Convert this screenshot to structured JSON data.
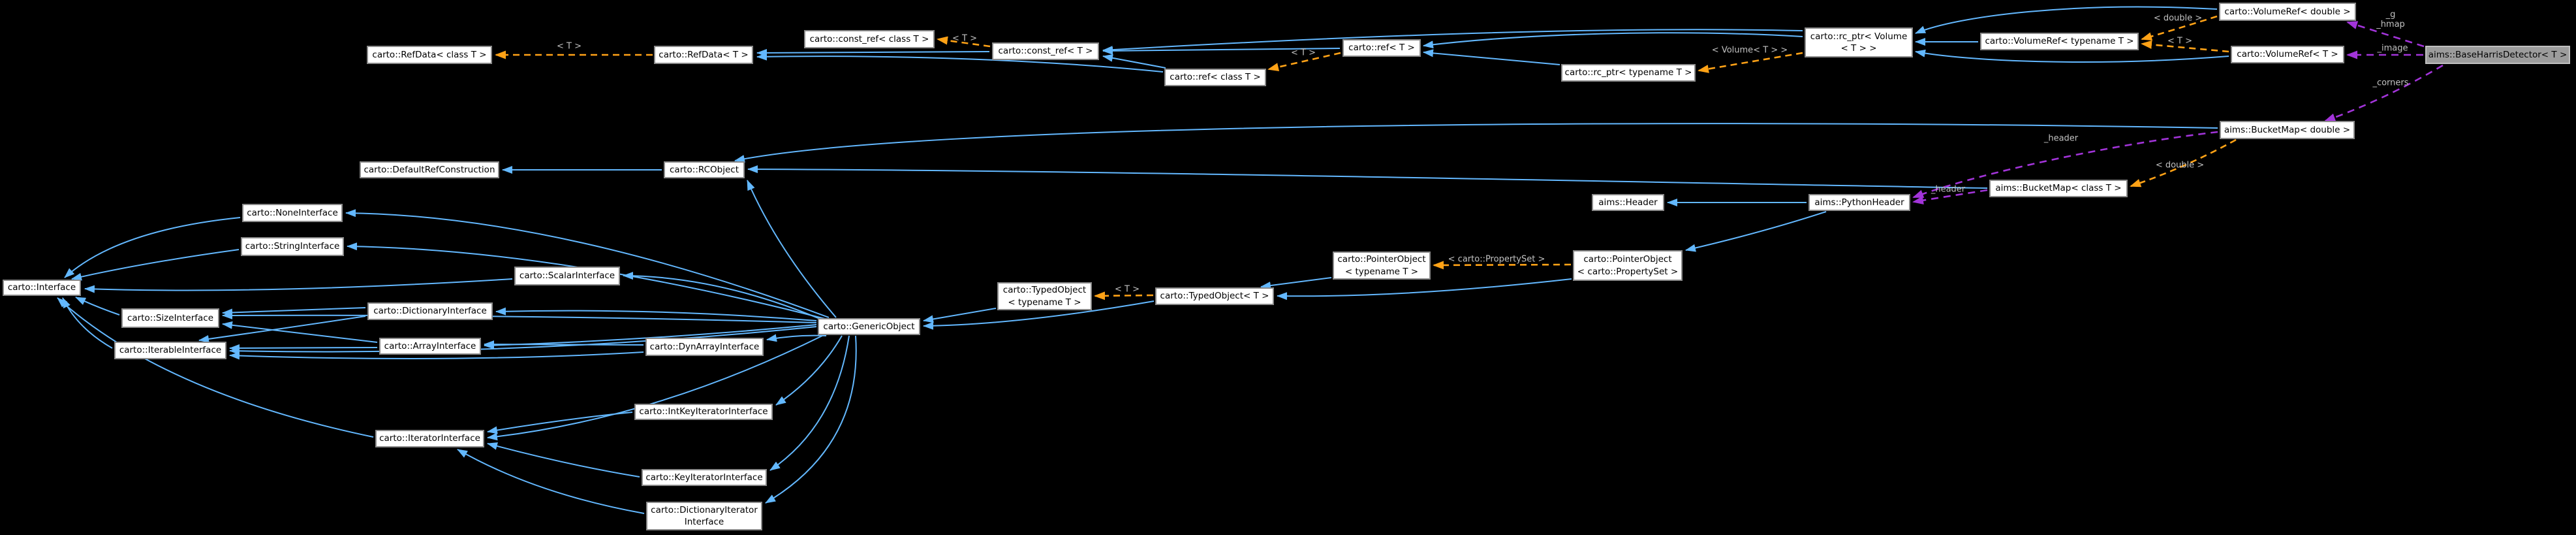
{
  "diagram": {
    "background_color": "#000000",
    "colors": {
      "inheritance_edge": "#63B8FF",
      "template_edge": "#FFA216",
      "usage_edge": "#A234D9",
      "node_fill": "#FFFFFF",
      "node_border": "#8A8A8A",
      "highlight_node_fill": "#9C9C9C",
      "edge_label_text": "#C2C2C2",
      "node_text": "#000000"
    },
    "nodes": {
      "refdata_class": {
        "label": "carto::RefData< class T >"
      },
      "refdata_t": {
        "label": "carto::RefData< T >"
      },
      "constref_class": {
        "label": "carto::const_ref< class T >"
      },
      "constref_t": {
        "label": "carto::const_ref< T >"
      },
      "ref_class": {
        "label": "carto::ref< class T >"
      },
      "ref_t": {
        "label": "carto::ref< T >"
      },
      "rcptr_typename": {
        "label": "carto::rc_ptr< typename T >"
      },
      "rcptr_volume": {
        "label": "carto::rc_ptr< Volume\n< T > >"
      },
      "volumeref_typename": {
        "label": "carto::VolumeRef< typename T >"
      },
      "volumeref_double": {
        "label": "carto::VolumeRef< double >"
      },
      "volumeref_t": {
        "label": "carto::VolumeRef< T >"
      },
      "harris_detector": {
        "label": "aims::BaseHarrisDetector< T >"
      },
      "bucketmap_double": {
        "label": "aims::BucketMap< double >"
      },
      "bucketmap_class": {
        "label": "aims::BucketMap< class T >"
      },
      "python_header": {
        "label": "aims::PythonHeader"
      },
      "header": {
        "label": "aims::Header"
      },
      "default_ref_construction": {
        "label": "carto::DefaultRefConstruction"
      },
      "rcobject": {
        "label": "carto::RCObject"
      },
      "interface": {
        "label": "carto::Interface"
      },
      "none_interface": {
        "label": "carto::NoneInterface"
      },
      "string_interface": {
        "label": "carto::StringInterface"
      },
      "scalar_interface": {
        "label": "carto::ScalarInterface"
      },
      "size_interface": {
        "label": "carto::SizeInterface"
      },
      "dictionary_interface": {
        "label": "carto::DictionaryInterface"
      },
      "iterable_interface": {
        "label": "carto::IterableInterface"
      },
      "array_interface": {
        "label": "carto::ArrayInterface"
      },
      "dynarray_interface": {
        "label": "carto::DynArrayInterface"
      },
      "generic_object": {
        "label": "carto::GenericObject"
      },
      "typedobject_typename": {
        "label": "carto::TypedObject\n< typename T >"
      },
      "typedobject_t": {
        "label": "carto::TypedObject< T >"
      },
      "pointerobject_typename": {
        "label": "carto::PointerObject\n< typename T >"
      },
      "pointerobject_propertyset": {
        "label": "carto::PointerObject\n< carto::PropertySet >"
      },
      "iterator_interface": {
        "label": "carto::IteratorInterface"
      },
      "intkey_iterator_interface": {
        "label": "carto::IntKeyIteratorInterface"
      },
      "key_iterator_interface": {
        "label": "carto::KeyIteratorInterface"
      },
      "dictionary_iterator_interface": {
        "label": "carto::DictionaryIterator\nInterface"
      }
    },
    "edge_labels": {
      "t_refdata": "< T >",
      "t_constref": "< T >",
      "t_ref": "< T >",
      "volume_t": "< Volume< T > >",
      "double_volumeref": "< double >",
      "t_volumeref": "< T >",
      "double_bucketmap": "< double >",
      "t_typedobject": "< T >",
      "propertyset": "< carto::PropertySet >",
      "g_hmap": "_g\n_hmap",
      "image": "_image",
      "corners": "_corners",
      "header_upper": "_header",
      "header_lower": "_header"
    }
  }
}
